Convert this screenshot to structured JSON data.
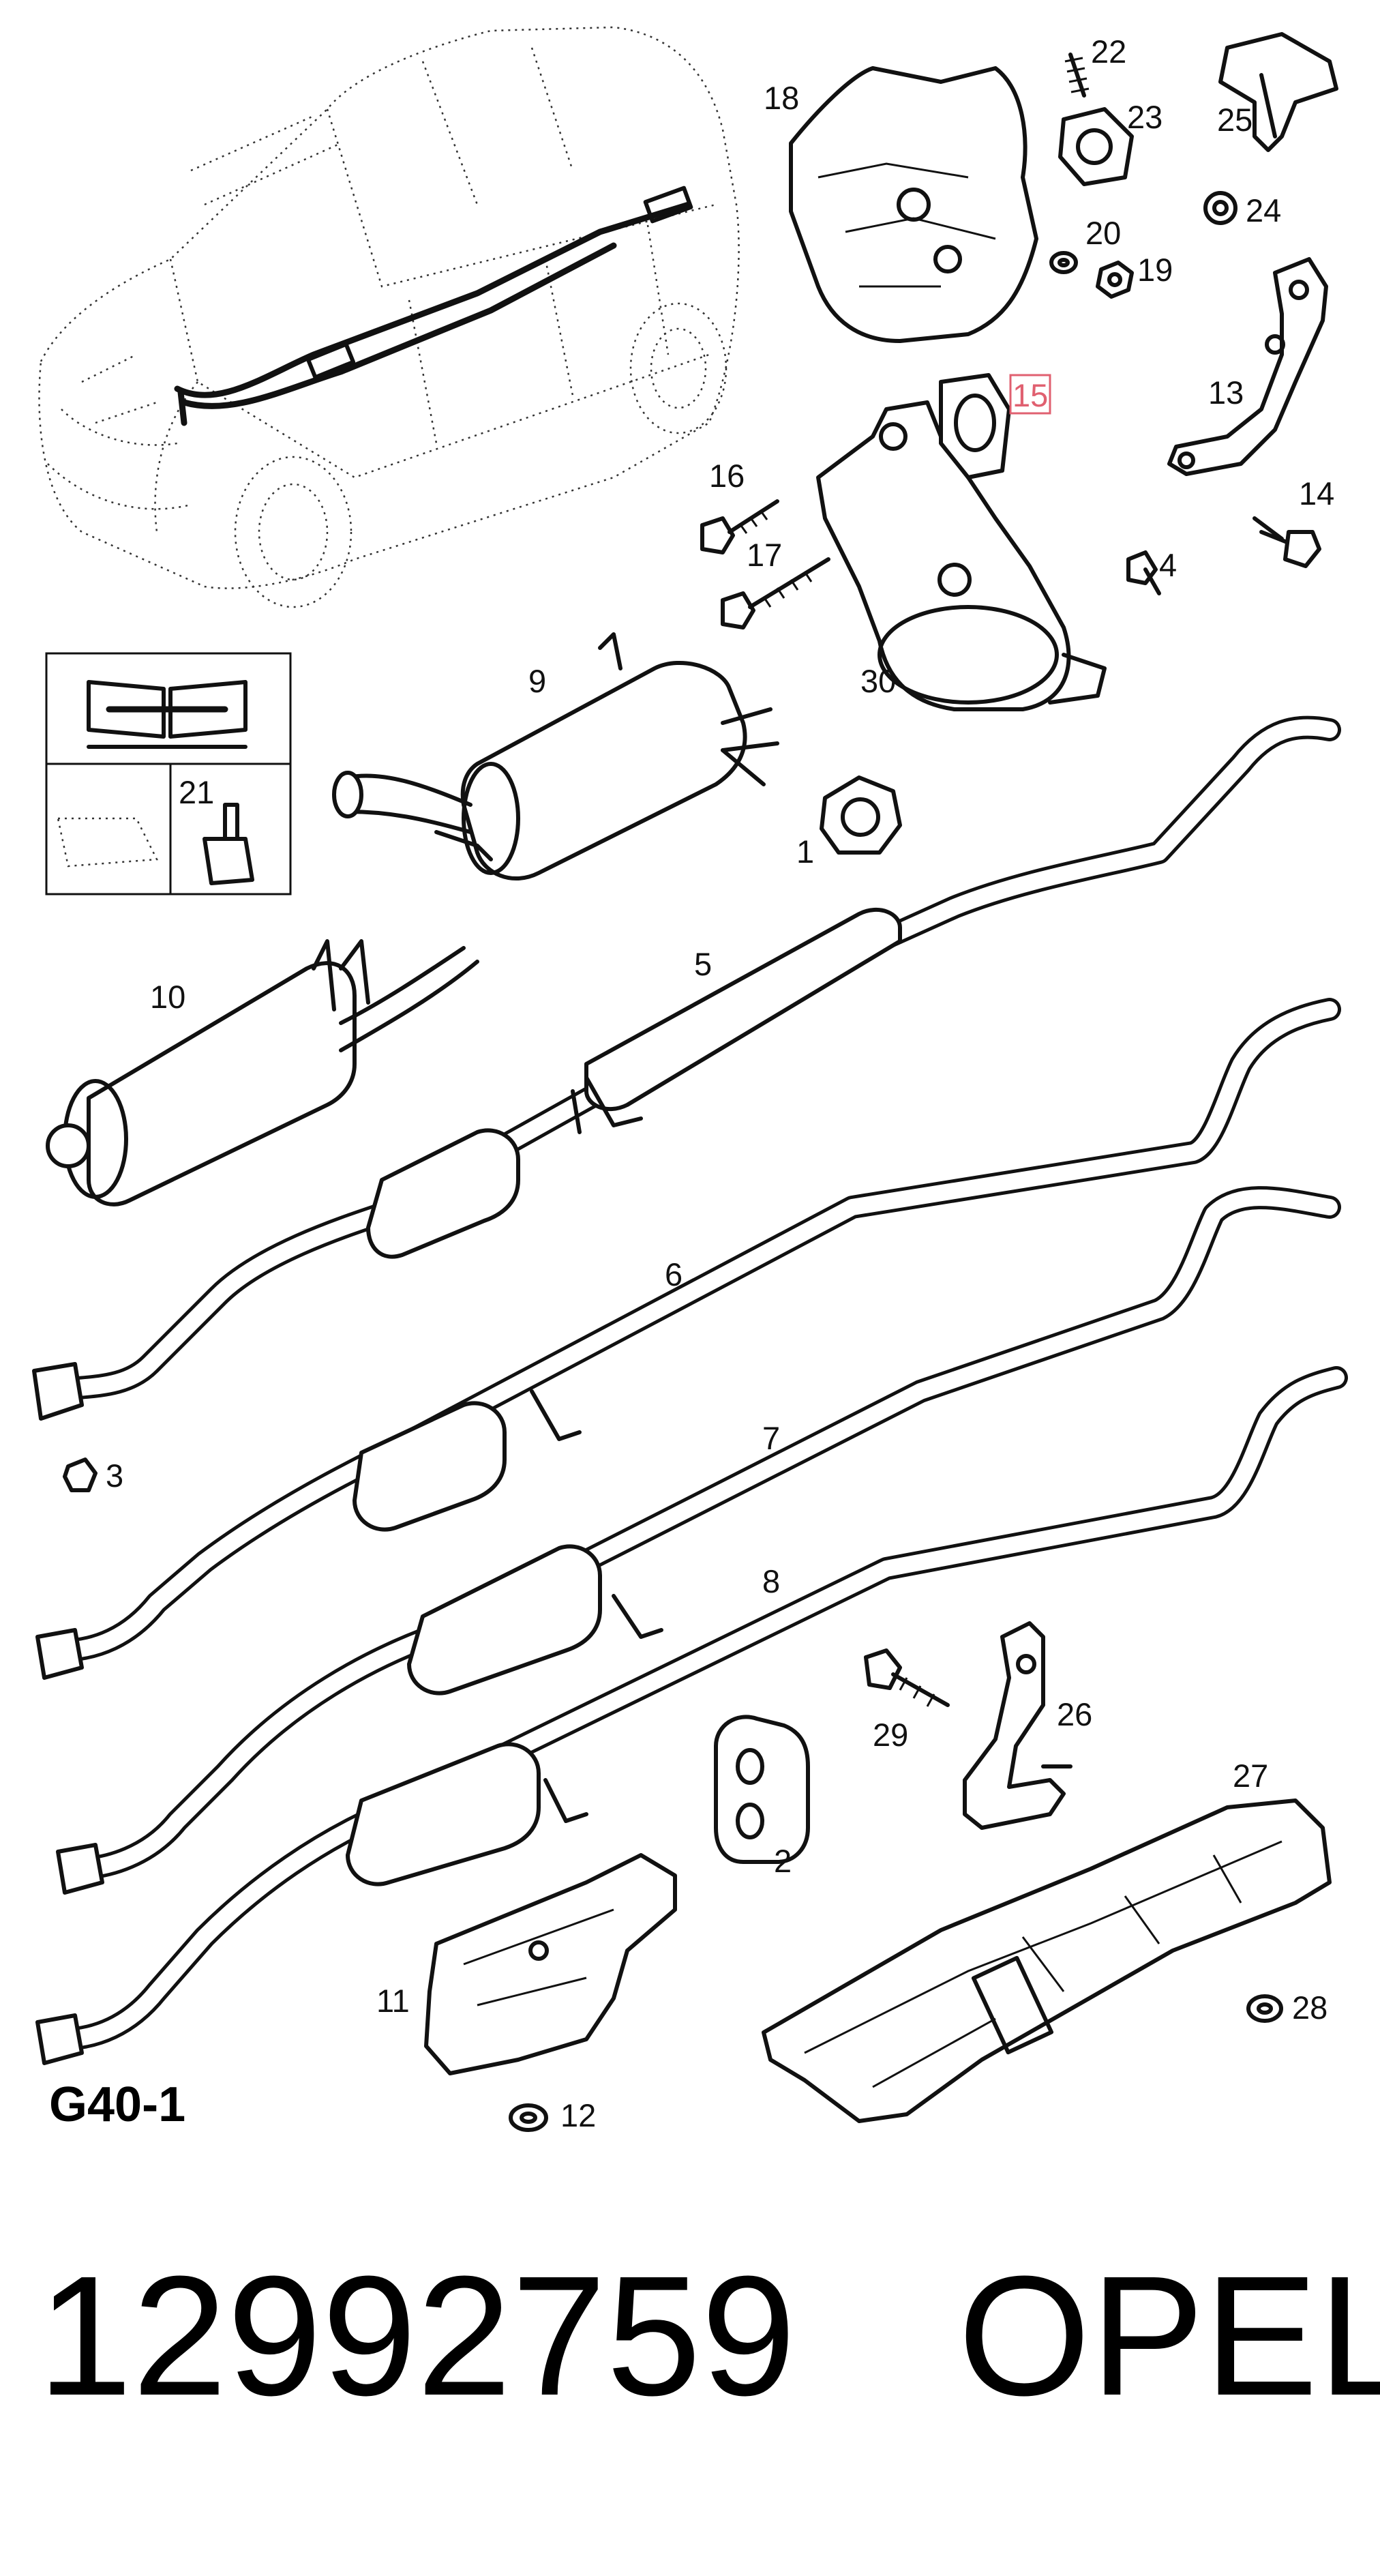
{
  "diagram": {
    "labels": [
      "1",
      "2",
      "3",
      "4",
      "5",
      "6",
      "7",
      "8",
      "9",
      "10",
      "11",
      "12",
      "13",
      "14",
      "15",
      "16",
      "17",
      "18",
      "19",
      "20",
      "21",
      "22",
      "23",
      "24",
      "25",
      "26",
      "27",
      "28",
      "29",
      "30"
    ],
    "highlighted_label": "15",
    "highlight_color": "#e06070",
    "title": "G40-1"
  },
  "part_number": "12992759",
  "brand": "OPEL"
}
